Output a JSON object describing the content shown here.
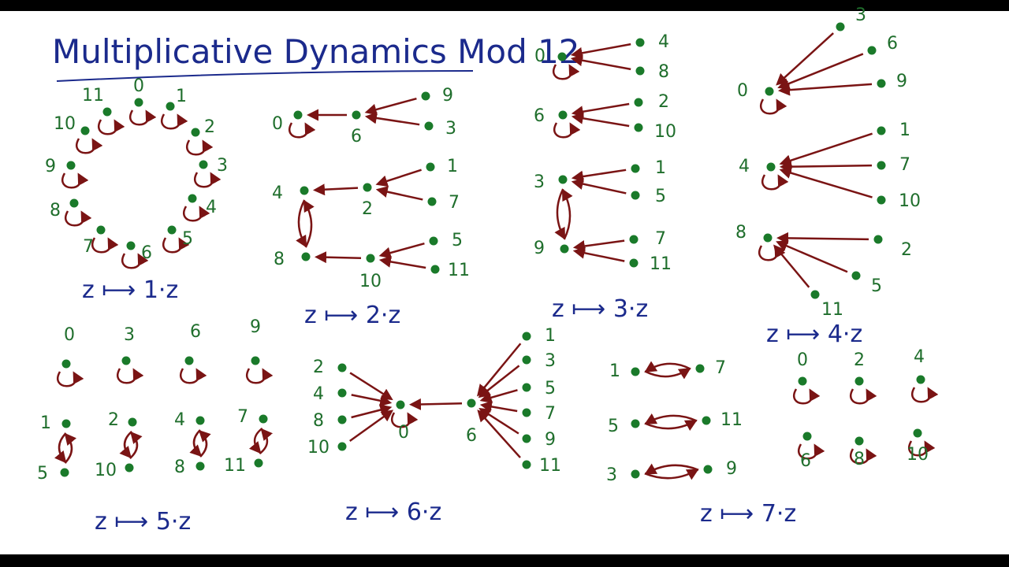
{
  "title": "Multiplicative Dynamics Mod 12",
  "colors": {
    "ink": "#1b2a8c",
    "node": "#1a7a2a",
    "label": "#1f6e2c",
    "arrow": "#7a1414",
    "paper": "#ffffff"
  },
  "panels": [
    {
      "id": "p1",
      "caption": "z ⟼ 1·z",
      "multiplier": 1
    },
    {
      "id": "p2",
      "caption": "z ⟼ 2·z",
      "multiplier": 2
    },
    {
      "id": "p3",
      "caption": "z ⟼ 3·z",
      "multiplier": 3
    },
    {
      "id": "p4",
      "caption": "z ⟼ 4·z",
      "multiplier": 4
    },
    {
      "id": "p5",
      "caption": "z ⟼ 5·z",
      "multiplier": 5
    },
    {
      "id": "p6",
      "caption": "z ⟼ 6·z",
      "multiplier": 6
    },
    {
      "id": "p7",
      "caption": "z ⟼ 7·z",
      "multiplier": 7
    }
  ]
}
